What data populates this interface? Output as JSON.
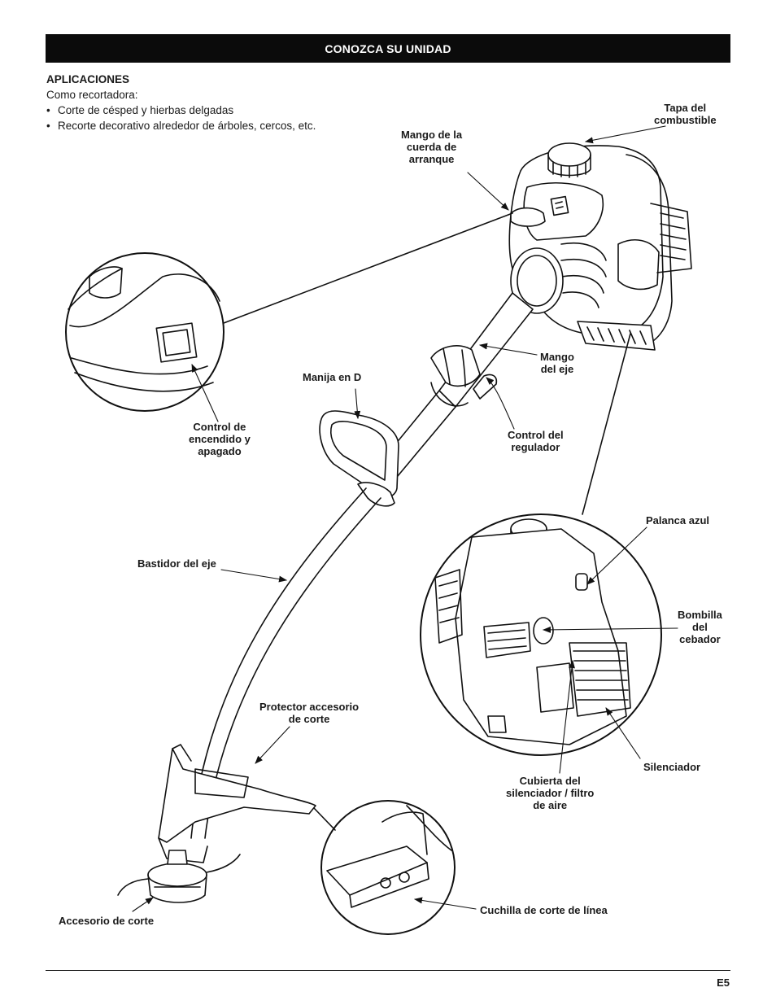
{
  "header": {
    "title": "CONOZCA SU UNIDAD"
  },
  "intro": {
    "section_title": "APLICACIONES",
    "lead": "Como recortadora:",
    "bullets": [
      "Corte de césped y hierbas delgadas",
      "Recorte decorativo alrededor de árboles, cercos, etc."
    ]
  },
  "labels": {
    "fuel_cap": "Tapa del\ncombustible",
    "starter_handle": "Mango de la\ncuerda de\narranque",
    "shaft_handle": "Mango\ndel eje",
    "d_handle": "Manija en D",
    "on_off": "Control de\nencendido y\napagado",
    "throttle": "Control del\nregulador",
    "blue_lever": "Palanca azul",
    "primer": "Bombilla\ndel\ncebador",
    "shaft_housing": "Bastidor del eje",
    "guard": "Protector accesorio\nde corte",
    "muffler": "Silenciador",
    "muffler_cover": "Cubierta del\nsilenciador / filtro\nde aire",
    "line_blade": "Cuchilla de corte de línea",
    "cutting_attachment": "Accesorio de corte"
  },
  "footer": {
    "page_number": "E5"
  }
}
